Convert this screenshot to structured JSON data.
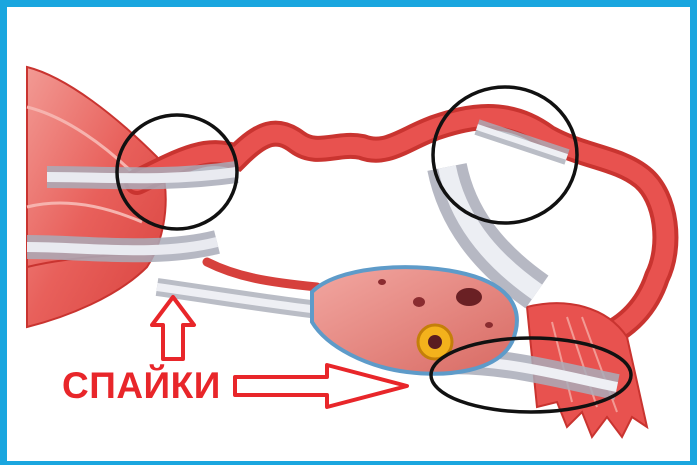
{
  "label": {
    "text": "СПАЙКИ"
  },
  "colors": {
    "border": "#1aa6df",
    "tube": "#e8524f",
    "tube_dark": "#c93430",
    "tissue": "#f07f79",
    "adhesion_fibers": "#8f8f9c",
    "ovary": "#e88a84",
    "ovary_edge": "#5e9bc9",
    "follicle": "#f3b21c",
    "arrow": "#e8262a",
    "circle": "#111111"
  },
  "icons": [
    "up-arrow",
    "right-arrow",
    "highlight-circle"
  ]
}
